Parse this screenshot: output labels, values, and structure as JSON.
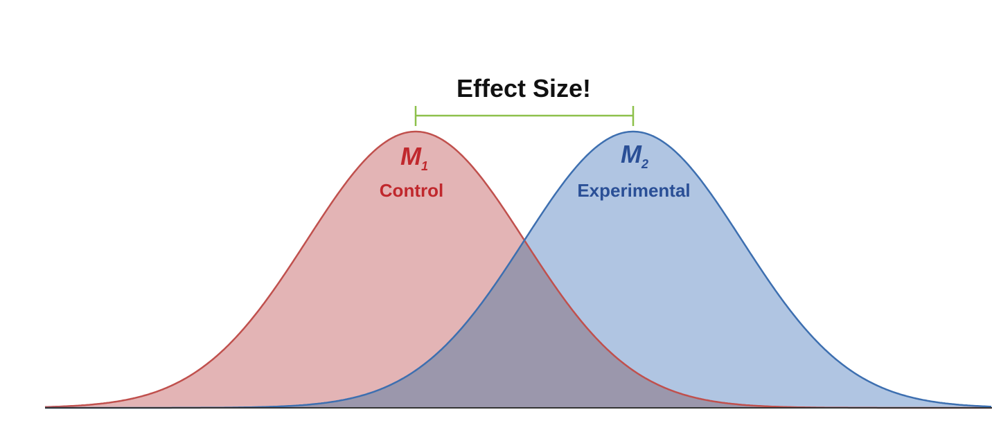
{
  "title": "Effect Size!",
  "groups": [
    {
      "id": "control",
      "symbol": "M",
      "subscript": "1",
      "label": "Control",
      "mean": -1,
      "sd": 1,
      "stroke": "#c0504d",
      "fill": "#e3b4b5",
      "text_color": "#c0282d"
    },
    {
      "id": "experimental",
      "symbol": "M",
      "subscript": "2",
      "label": "Experimental",
      "mean": 1,
      "sd": 1,
      "stroke": "#3d6fb0",
      "fill": "#b0c5e2",
      "text_color": "#2a4f96"
    }
  ],
  "overlap_fill": "#9b97ac",
  "bracket_color": "#8dc04a",
  "title_color": "#111111",
  "baseline_color": "#333333"
}
